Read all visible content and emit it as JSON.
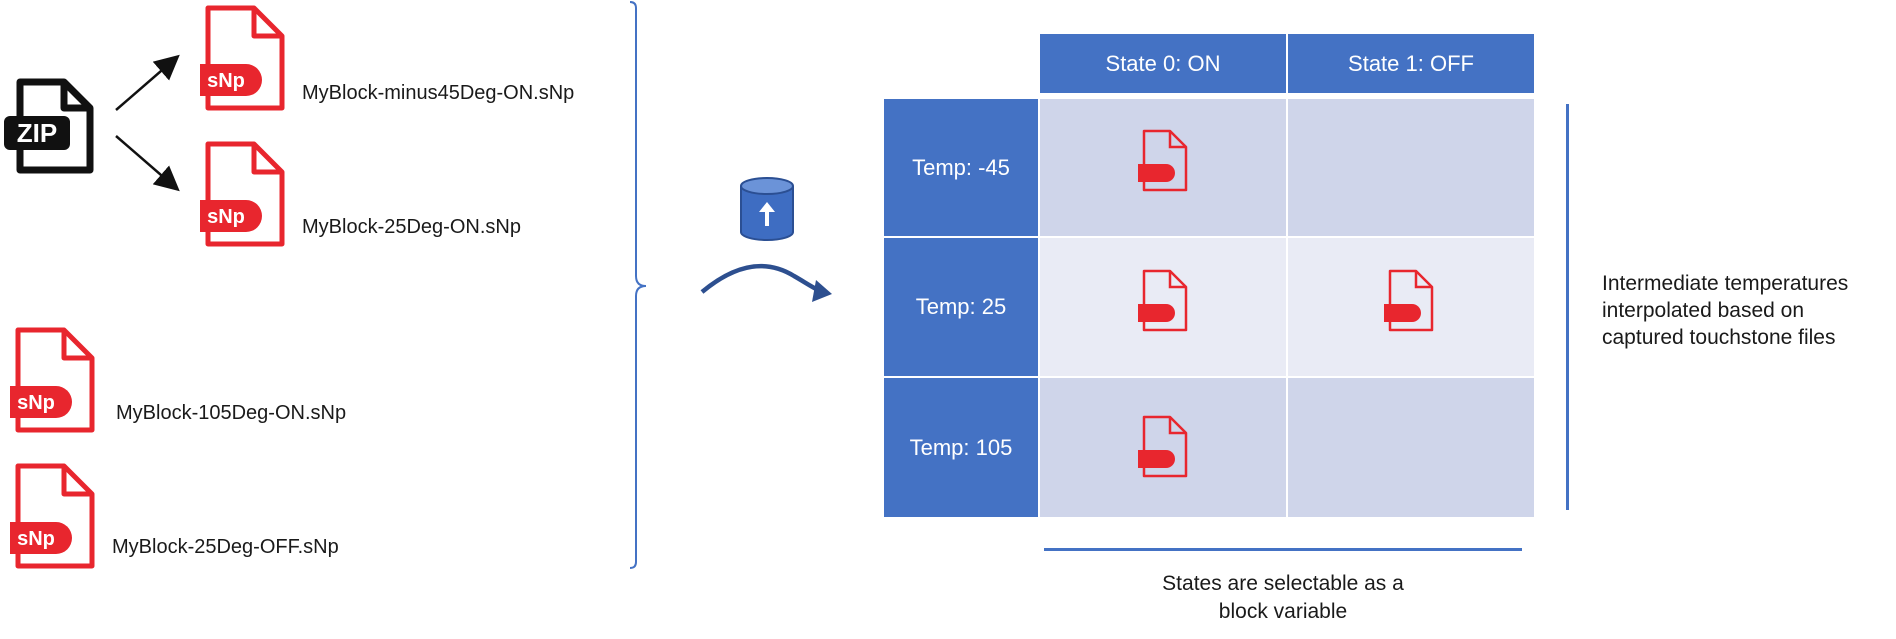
{
  "source_files": {
    "zip_icon_label": "ZIP",
    "badge_label": "sNp",
    "files": [
      "MyBlock-minus45Deg-ON.sNp",
      "MyBlock-25Deg-ON.sNp",
      "MyBlock-105Deg-ON.sNp",
      "MyBlock-25Deg-OFF.sNp"
    ]
  },
  "import_icon": "database-upload-icon",
  "table": {
    "columns": [
      "State 0: ON",
      "State 1: OFF"
    ],
    "rows": [
      {
        "label": "Temp: -45",
        "cells": [
          true,
          false
        ]
      },
      {
        "label": "Temp: 25",
        "cells": [
          true,
          true
        ]
      },
      {
        "label": "Temp: 105",
        "cells": [
          true,
          false
        ]
      }
    ]
  },
  "notes": {
    "temperature": [
      "Intermediate temperatures",
      "interpolated based on",
      "captured touchstone files"
    ],
    "states": [
      "States are selectable as a",
      "block variable"
    ]
  },
  "colors": {
    "header_blue": "#4472C4",
    "cell_shade": "#CFD5EA",
    "cell_light": "#E9EBF5",
    "file_red": "#E8262E",
    "bracket_blue": "#4472C4"
  }
}
